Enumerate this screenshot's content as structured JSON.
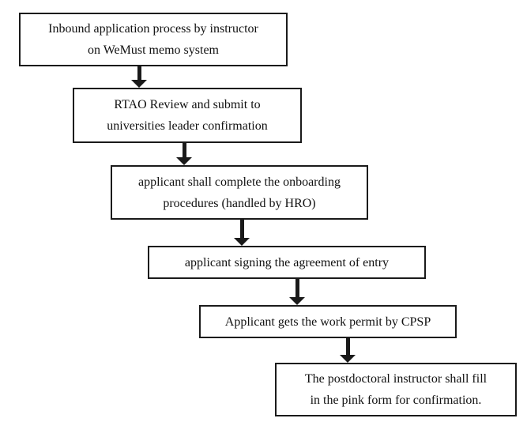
{
  "flowchart": {
    "steps": [
      {
        "lines": [
          "Inbound application process by instructor",
          "on WeMust memo system"
        ]
      },
      {
        "lines": [
          "RTAO Review and submit to",
          "universities leader confirmation"
        ]
      },
      {
        "lines": [
          "applicant shall complete the onboarding",
          "procedures (handled by HRO)"
        ]
      },
      {
        "lines": [
          "applicant signing the agreement of entry"
        ]
      },
      {
        "lines": [
          "Applicant gets the work permit by CPSP"
        ]
      },
      {
        "lines": [
          "The postdoctoral instructor shall fill",
          "in the pink form for confirmation."
        ]
      }
    ]
  },
  "colors": {
    "border": "#1a1a1a",
    "arrow": "#1a1a1a",
    "text": "#111111",
    "background": "#ffffff"
  }
}
